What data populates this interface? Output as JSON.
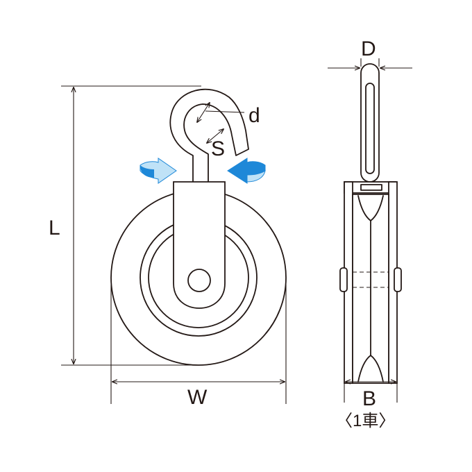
{
  "labels": {
    "length": "L",
    "width": "W",
    "wire_diameter": "d",
    "opening": "S",
    "thickness": "D",
    "breadth": "B",
    "caption": "〈1車〉"
  },
  "colors": {
    "line": "#231815",
    "arrow_dark": "#1e88d8",
    "arrow_light": "#bfe2f7"
  }
}
